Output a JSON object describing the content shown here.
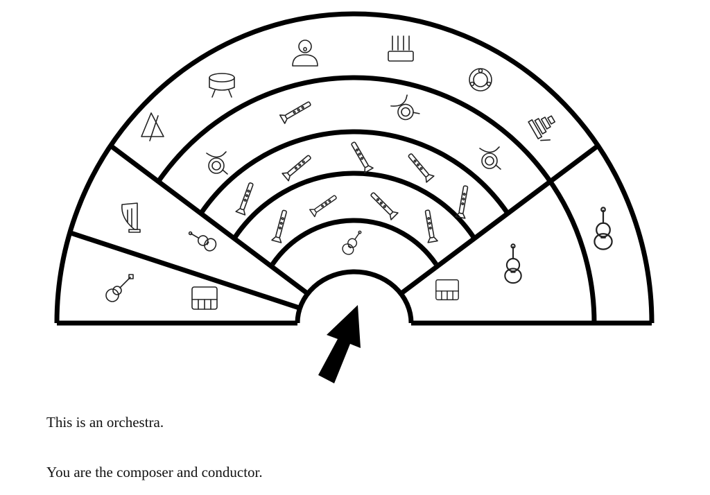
{
  "colors": {
    "ink": "#000000",
    "background": "#ffffff"
  },
  "diagram": {
    "title": "Orchestra seating layout",
    "sections": {
      "outer_ring": [
        "triangle-icon",
        "timpani-icon",
        "singer-icon",
        "organ-icon",
        "tambourine-icon",
        "xylophone-icon"
      ],
      "brass_ring": [
        "french-horn-icon",
        "trumpet-icon",
        "trombone-icon",
        "tuba-icon"
      ],
      "woodwind_ring": [
        "trumpet-small-icon",
        "saxophone-icon",
        "clarinet-icon",
        "alto-saxophone-icon",
        "bassoon-icon"
      ],
      "inner_woodwind_ring": [
        "flute-icon",
        "recorder-icon",
        "clarinet-2-icon",
        "oboe-icon"
      ],
      "first_row": [
        "violin-icon"
      ],
      "left_upper_wedge": [
        "harp-icon",
        "viola-icon"
      ],
      "left_lower_wedge": [
        "guitar-icon",
        "piano-icon"
      ],
      "right_section": [
        "accordion-icon",
        "cello-icon",
        "double-bass-icon"
      ]
    },
    "conductor_arrow": "arrow-icon"
  },
  "text": {
    "line1": "This is an orchestra.",
    "line2": "You are the composer and conductor."
  }
}
